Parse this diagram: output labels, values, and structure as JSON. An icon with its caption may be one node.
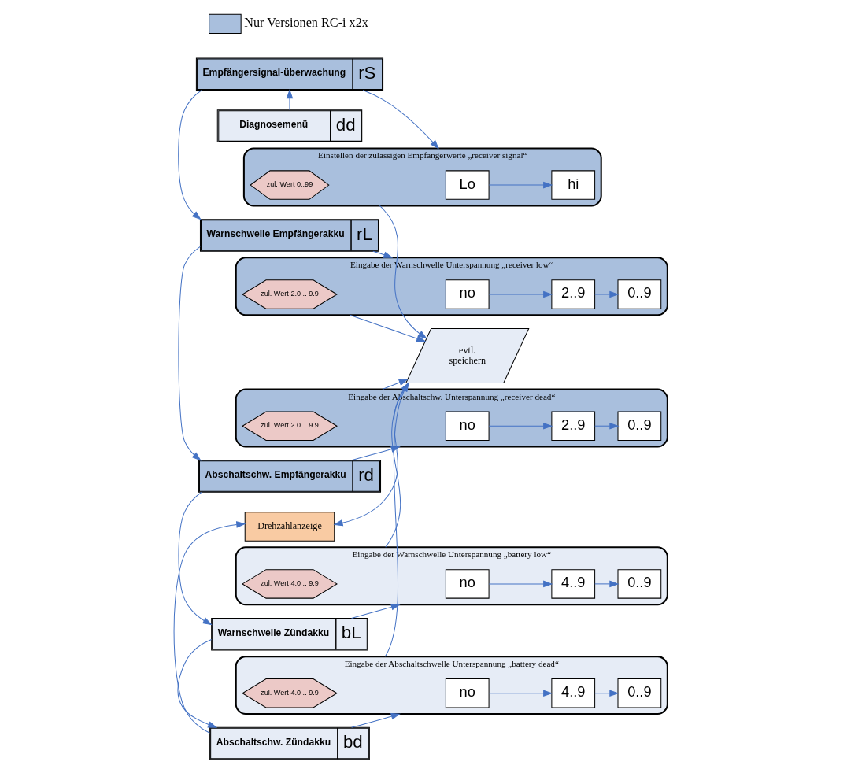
{
  "diagram": {
    "nodes": [
      {
        "text": [
          "Diagnosemenü",
          "dd"
        ]
      },
      {
        "text": [
          "Empfängersignal-überwachung",
          "rS"
        ]
      },
      {
        "text": [
          "Warnschwelle Empfängerakku",
          "rL"
        ]
      },
      {
        "text": [
          "Abschaltschw. Empfängerakku",
          "rd"
        ]
      },
      {
        "text": [
          "Warnschwelle Zündakku",
          "bL"
        ]
      },
      {
        "text": [
          "Abschaltschw. Zündakku",
          "bd"
        ]
      },
      {
        "text": [
          "Einstellen der zulässigen Empfängerwerte „receiver signal“"
        ]
      },
      {
        "text": [
          "Lo"
        ],
        "in": 6
      },
      {
        "text": [
          "hi"
        ],
        "in": 6
      },
      {
        "text": [
          "zul. Wert 0..99"
        ],
        "in": 6
      },
      {
        "text": [
          "Eingabe der Warnschwelle Unterspannung „receiver low“"
        ]
      },
      {
        "text": [
          "no"
        ],
        "in": 10
      },
      {
        "text": [
          "2..9"
        ],
        "in": 10
      },
      {
        "text": [
          "0..9"
        ],
        "in": 10
      },
      {
        "text": [
          "zul. Wert 2.0 .. 9.9"
        ],
        "in": 10
      },
      {
        "text": [
          "Eingabe der Abschaltschw. Unterspannung „receiver dead“"
        ]
      },
      {
        "text": [
          "no"
        ],
        "in": 15
      },
      {
        "text": [
          "2..9"
        ],
        "in": 15
      },
      {
        "text": [
          "0..9"
        ],
        "in": 15
      },
      {
        "text": [
          "zul. Wert 2.0 .. 9.9"
        ],
        "in": 15
      },
      {
        "text": [
          "Eingabe der Warnschwelle Unterspannung „battery low“"
        ]
      },
      {
        "text": [
          "no"
        ],
        "in": 20
      },
      {
        "text": [
          "4..9"
        ],
        "in": 20
      },
      {
        "text": [
          "0..9"
        ],
        "in": 20
      },
      {
        "text": [
          "zul. Wert 4.0 .. 9.9"
        ],
        "in": 20
      },
      {
        "text": [
          "Eingabe der Abschaltschwelle Unterspannung „battery dead“"
        ]
      },
      {
        "text": [
          "no"
        ],
        "in": 25
      },
      {
        "text": [
          "4..9"
        ],
        "in": 25
      },
      {
        "text": [
          "0..9"
        ],
        "in": 25
      },
      {
        "text": [
          "zul. Wert 4.0 .. 9.9"
        ],
        "in": 25
      },
      {
        "text": [
          "evtl. speichern"
        ]
      },
      {
        "text": [
          "Drehzahlanzeige"
        ]
      }
    ],
    "edges": [
      {
        "from": 0,
        "to": 1,
        "arrow": "to"
      },
      {
        "from": 1,
        "to": 2,
        "arrow": "to"
      },
      {
        "from": 2,
        "to": 3,
        "arrow": "to"
      },
      {
        "from": 3,
        "to": 4,
        "arrow": "to"
      },
      {
        "from": 4,
        "to": 5,
        "arrow": "to"
      },
      {
        "from": 5,
        "to": 31,
        "arrow": "to"
      },
      {
        "from": 1,
        "to": 6,
        "arrow": "to"
      },
      {
        "from": 2,
        "to": 10,
        "arrow": "to"
      },
      {
        "from": 3,
        "to": 15,
        "arrow": "to"
      },
      {
        "from": 4,
        "to": 20,
        "arrow": "to"
      },
      {
        "from": 5,
        "to": 25,
        "arrow": "to"
      },
      {
        "from": 7,
        "to": 8,
        "arrow": "to"
      },
      {
        "from": 11,
        "to": 12,
        "arrow": "to"
      },
      {
        "from": 12,
        "to": 13,
        "arrow": "to"
      },
      {
        "from": 16,
        "to": 17,
        "arrow": "to"
      },
      {
        "from": 17,
        "to": 18,
        "arrow": "to"
      },
      {
        "from": 21,
        "to": 22,
        "arrow": "to"
      },
      {
        "from": 22,
        "to": 23,
        "arrow": "to"
      },
      {
        "from": 26,
        "to": 27,
        "arrow": "to"
      },
      {
        "from": 27,
        "to": 28,
        "arrow": "to"
      },
      {
        "from": 6,
        "to": 30,
        "arrow": "to"
      },
      {
        "from": 10,
        "to": 30,
        "arrow": "to"
      },
      {
        "from": 15,
        "to": 30,
        "arrow": "to"
      },
      {
        "from": 20,
        "to": 30,
        "arrow": "to"
      },
      {
        "from": 25,
        "to": 30,
        "arrow": "to"
      },
      {
        "from": 30,
        "to": 31,
        "arrow": "to"
      }
    ],
    "legend": [
      {
        "text": "Nur Versionen RC-i x2x",
        "color": "#a9bfdd"
      }
    ]
  }
}
